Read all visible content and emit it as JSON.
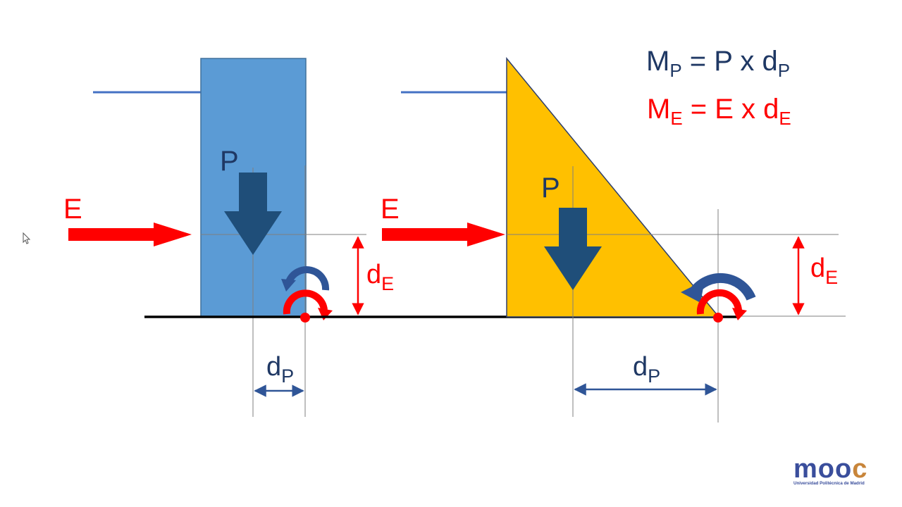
{
  "colors": {
    "wall_blue": "#5b9bd5",
    "wall_blue_edge": "#41719c",
    "wall_yellow": "#ffc000",
    "wall_yellow_edge": "#2e3f6b",
    "force_red": "#ff0000",
    "weight_navy": "#1f4e79",
    "moment_navy": "#2f5597",
    "dim_navy": "#2f5597",
    "label_navy": "#1f3864",
    "ground": "#000000",
    "guide_gray": "#7f7f7f",
    "level_line": "#4472c4"
  },
  "labels": {
    "thrust": "E",
    "weight": "P",
    "arm_base": "d",
    "sub_weight": "P",
    "sub_thrust": "E"
  },
  "formulas": {
    "weight_moment": {
      "moment": "M",
      "moment_sub": "P",
      "rhs_before": " = P x d",
      "rhs_sub": "P"
    },
    "thrust_moment": {
      "moment": "M",
      "moment_sub": "E",
      "rhs_before": " = E x d",
      "rhs_sub": "E"
    }
  },
  "logo": {
    "wordmark": "mooc",
    "tagline": "Universidad Politécnica de Madrid",
    "colors": [
      "#3a4e9c",
      "#3a4e9c",
      "#3a4e9c",
      "#c8853a"
    ]
  },
  "icons": {
    "cursor": "mouse-pointer-icon",
    "pivot": "pivot-point-icon"
  }
}
